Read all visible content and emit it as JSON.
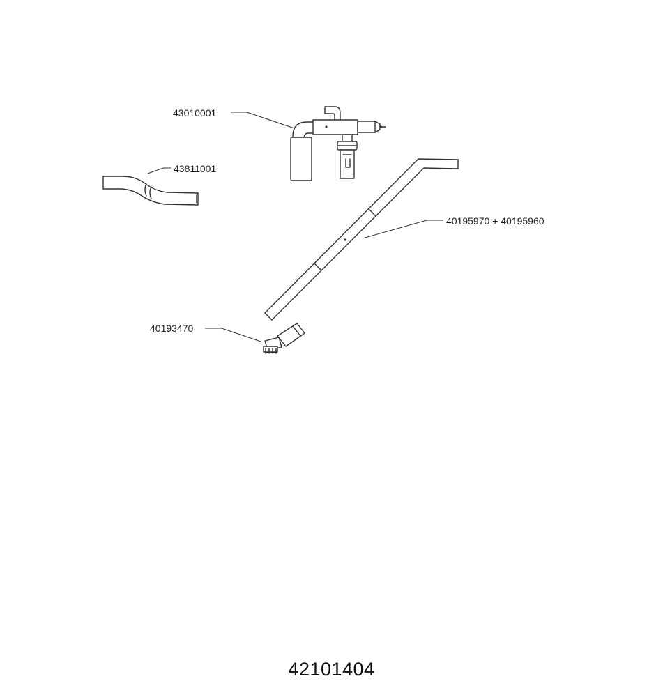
{
  "parts": [
    {
      "id": "burner-assembly",
      "part_number": "43010001"
    },
    {
      "id": "short-pipe",
      "part_number": "43811001"
    },
    {
      "id": "long-pipe",
      "part_number": "40195970 + 40195960"
    },
    {
      "id": "nozzle",
      "part_number": "40193470"
    }
  ],
  "drawing_number": "42101404",
  "colors": {
    "line": "#333333",
    "background": "#ffffff"
  }
}
